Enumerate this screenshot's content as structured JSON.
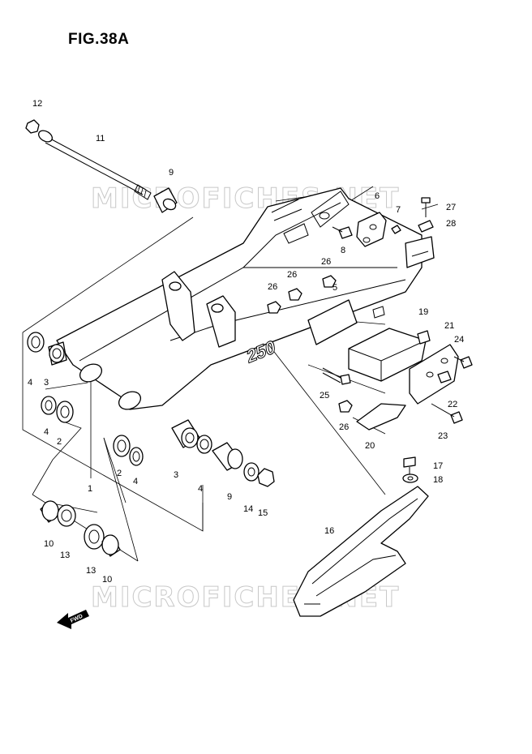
{
  "figure": {
    "title": "FIG.38A"
  },
  "watermark": {
    "text": "MICROFICHES.NET"
  },
  "fwd_label": "FWD",
  "decal_text": "250",
  "callouts": [
    {
      "id": "c12",
      "text": "12"
    },
    {
      "id": "c11",
      "text": "11"
    },
    {
      "id": "c9a",
      "text": "9"
    },
    {
      "id": "c6",
      "text": "6"
    },
    {
      "id": "c7",
      "text": "7"
    },
    {
      "id": "c8",
      "text": "8"
    },
    {
      "id": "c27",
      "text": "27"
    },
    {
      "id": "c28",
      "text": "28"
    },
    {
      "id": "c26a",
      "text": "26"
    },
    {
      "id": "c26b",
      "text": "26"
    },
    {
      "id": "c26c",
      "text": "26"
    },
    {
      "id": "c5",
      "text": "5"
    },
    {
      "id": "c19",
      "text": "19"
    },
    {
      "id": "c21",
      "text": "21"
    },
    {
      "id": "c24",
      "text": "24"
    },
    {
      "id": "c22",
      "text": "22"
    },
    {
      "id": "c23",
      "text": "23"
    },
    {
      "id": "c25",
      "text": "25"
    },
    {
      "id": "c26d",
      "text": "26"
    },
    {
      "id": "c20",
      "text": "20"
    },
    {
      "id": "c17",
      "text": "17"
    },
    {
      "id": "c18",
      "text": "18"
    },
    {
      "id": "c16",
      "text": "16"
    },
    {
      "id": "c4a",
      "text": "4"
    },
    {
      "id": "c3a",
      "text": "3"
    },
    {
      "id": "c4b",
      "text": "4"
    },
    {
      "id": "c2a",
      "text": "2"
    },
    {
      "id": "c1",
      "text": "1"
    },
    {
      "id": "c2b",
      "text": "2"
    },
    {
      "id": "c4c",
      "text": "4"
    },
    {
      "id": "c3b",
      "text": "3"
    },
    {
      "id": "c4d",
      "text": "4"
    },
    {
      "id": "c9b",
      "text": "9"
    },
    {
      "id": "c14",
      "text": "14"
    },
    {
      "id": "c15",
      "text": "15"
    },
    {
      "id": "c10a",
      "text": "10"
    },
    {
      "id": "c13a",
      "text": "13"
    },
    {
      "id": "c13b",
      "text": "13"
    },
    {
      "id": "c10b",
      "text": "10"
    }
  ]
}
